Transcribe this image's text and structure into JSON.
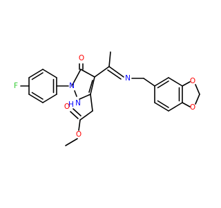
{
  "molecule": {
    "colors": {
      "bond": "#000000",
      "oxygen": "#ff0000",
      "nitrogen": "#0000ff",
      "fluorine": "#33cc33",
      "carbon": "#000000"
    },
    "atoms": [
      {
        "label": "F",
        "element": "fluorine"
      },
      {
        "label": "O",
        "element": "oxygen"
      },
      {
        "label": "N",
        "element": "nitrogen"
      },
      {
        "label": "N",
        "element": "nitrogen"
      },
      {
        "label": "H",
        "element": "nitrogen"
      },
      {
        "label": "N",
        "element": "nitrogen"
      },
      {
        "label": "O",
        "element": "oxygen"
      },
      {
        "label": "O",
        "element": "oxygen"
      },
      {
        "label": "O",
        "element": "oxygen"
      },
      {
        "label": "O",
        "element": "oxygen"
      }
    ]
  }
}
